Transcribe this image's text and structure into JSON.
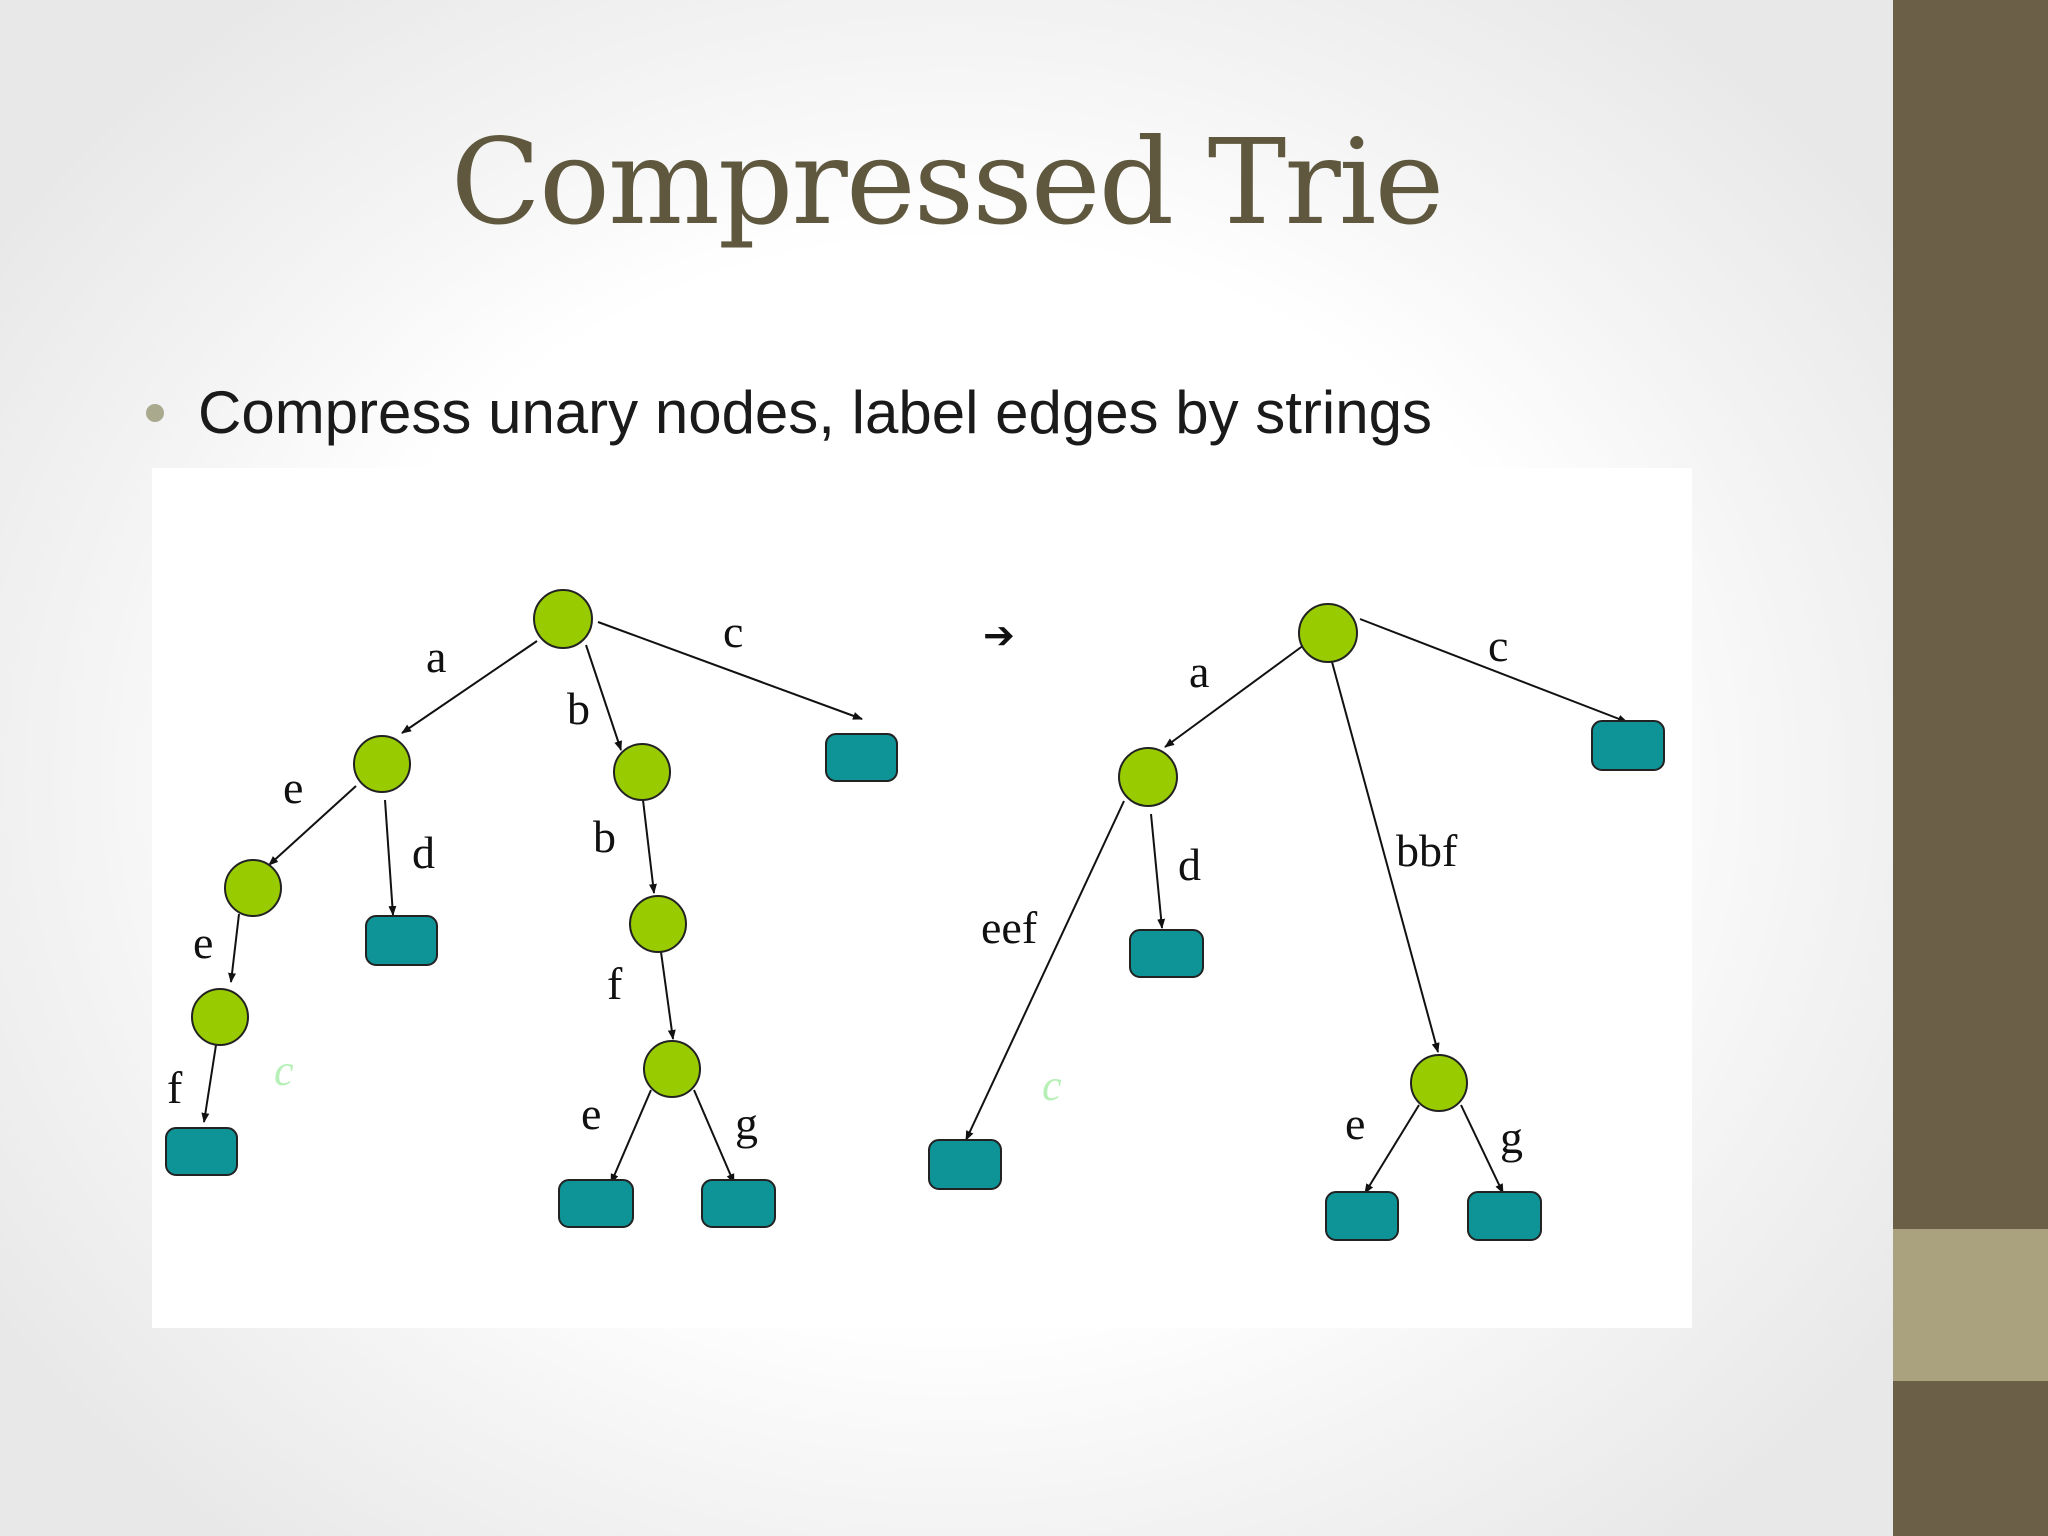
{
  "slide": {
    "title": "Compressed Trie",
    "bullets": [
      "Compress unary nodes, label edges by strings"
    ]
  },
  "colors": {
    "node_fill": "#99cc00",
    "leaf_fill": "#0e9396",
    "title": "#5f583f",
    "sidebar_dark": "#6b5f48",
    "sidebar_light": "#aaa27e"
  },
  "diagram": {
    "transform_arrow": "➔",
    "left_trie": {
      "edge_labels": [
        "a",
        "b",
        "c",
        "e",
        "d",
        "e",
        "f",
        "b",
        "f",
        "e",
        "g"
      ],
      "ghost_label": "c"
    },
    "right_trie": {
      "edge_labels": [
        "a",
        "c",
        "d",
        "eef",
        "bbf",
        "e",
        "g"
      ],
      "ghost_label": "c"
    }
  }
}
